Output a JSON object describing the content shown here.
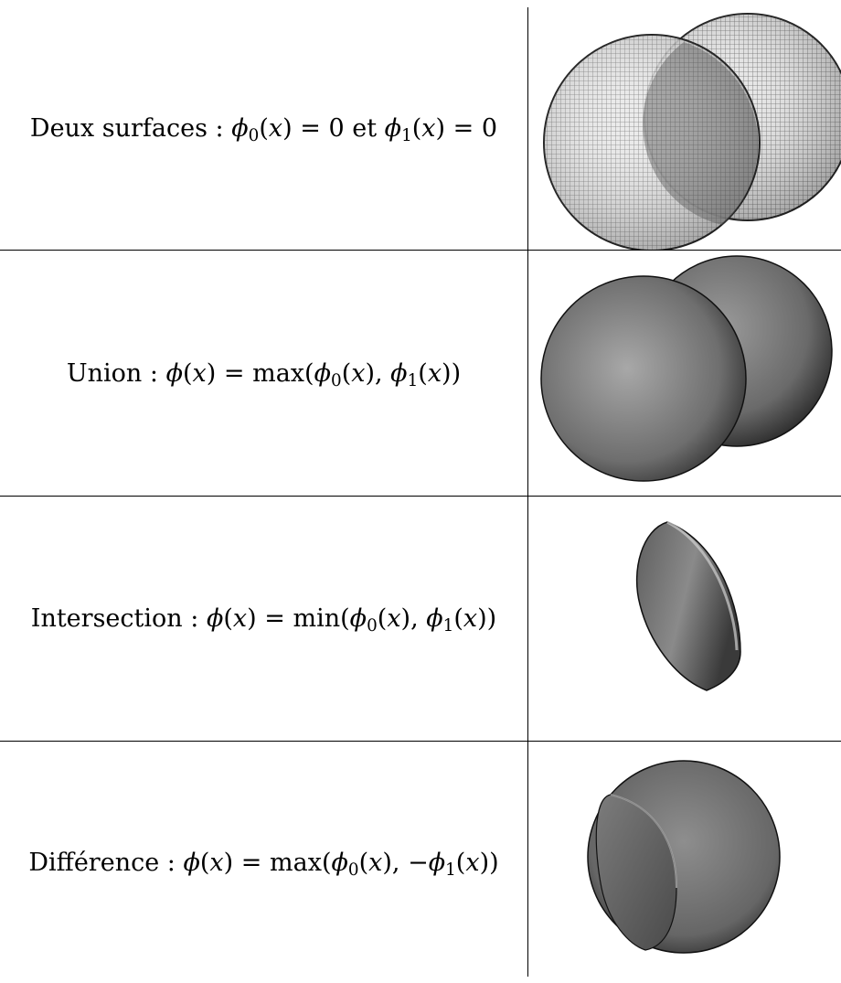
{
  "rows": [
    {
      "label": "Deux surfaces",
      "sep": " : ",
      "phi": "ϕ",
      "sub0": "0",
      "x": "x",
      "eq0": "= 0",
      "conj": "et",
      "sub1": "1",
      "eq1": "= 0",
      "figure": "two-wireframe-spheres"
    },
    {
      "label": "Union",
      "sep": " : ",
      "phi": "ϕ",
      "x": "x",
      "eq": "=",
      "op": "max",
      "sub0": "0",
      "sub1": "1",
      "figure": "union-shaded-spheres"
    },
    {
      "label": "Intersection",
      "sep": " : ",
      "phi": "ϕ",
      "x": "x",
      "eq": "=",
      "op": "min",
      "sub0": "0",
      "sub1": "1",
      "figure": "intersection-lens"
    },
    {
      "label": "Différence",
      "sep": " : ",
      "phi": "ϕ",
      "x": "x",
      "eq": "=",
      "op": "max",
      "neg": "−",
      "sub0": "0",
      "sub1": "1",
      "figure": "difference-cut-sphere"
    }
  ],
  "colors": {
    "line": "#000000",
    "sphere_light": "#b8b8b8",
    "sphere_mid": "#7a7a7a",
    "sphere_dark": "#3c3c3c",
    "wire": "#555555"
  }
}
